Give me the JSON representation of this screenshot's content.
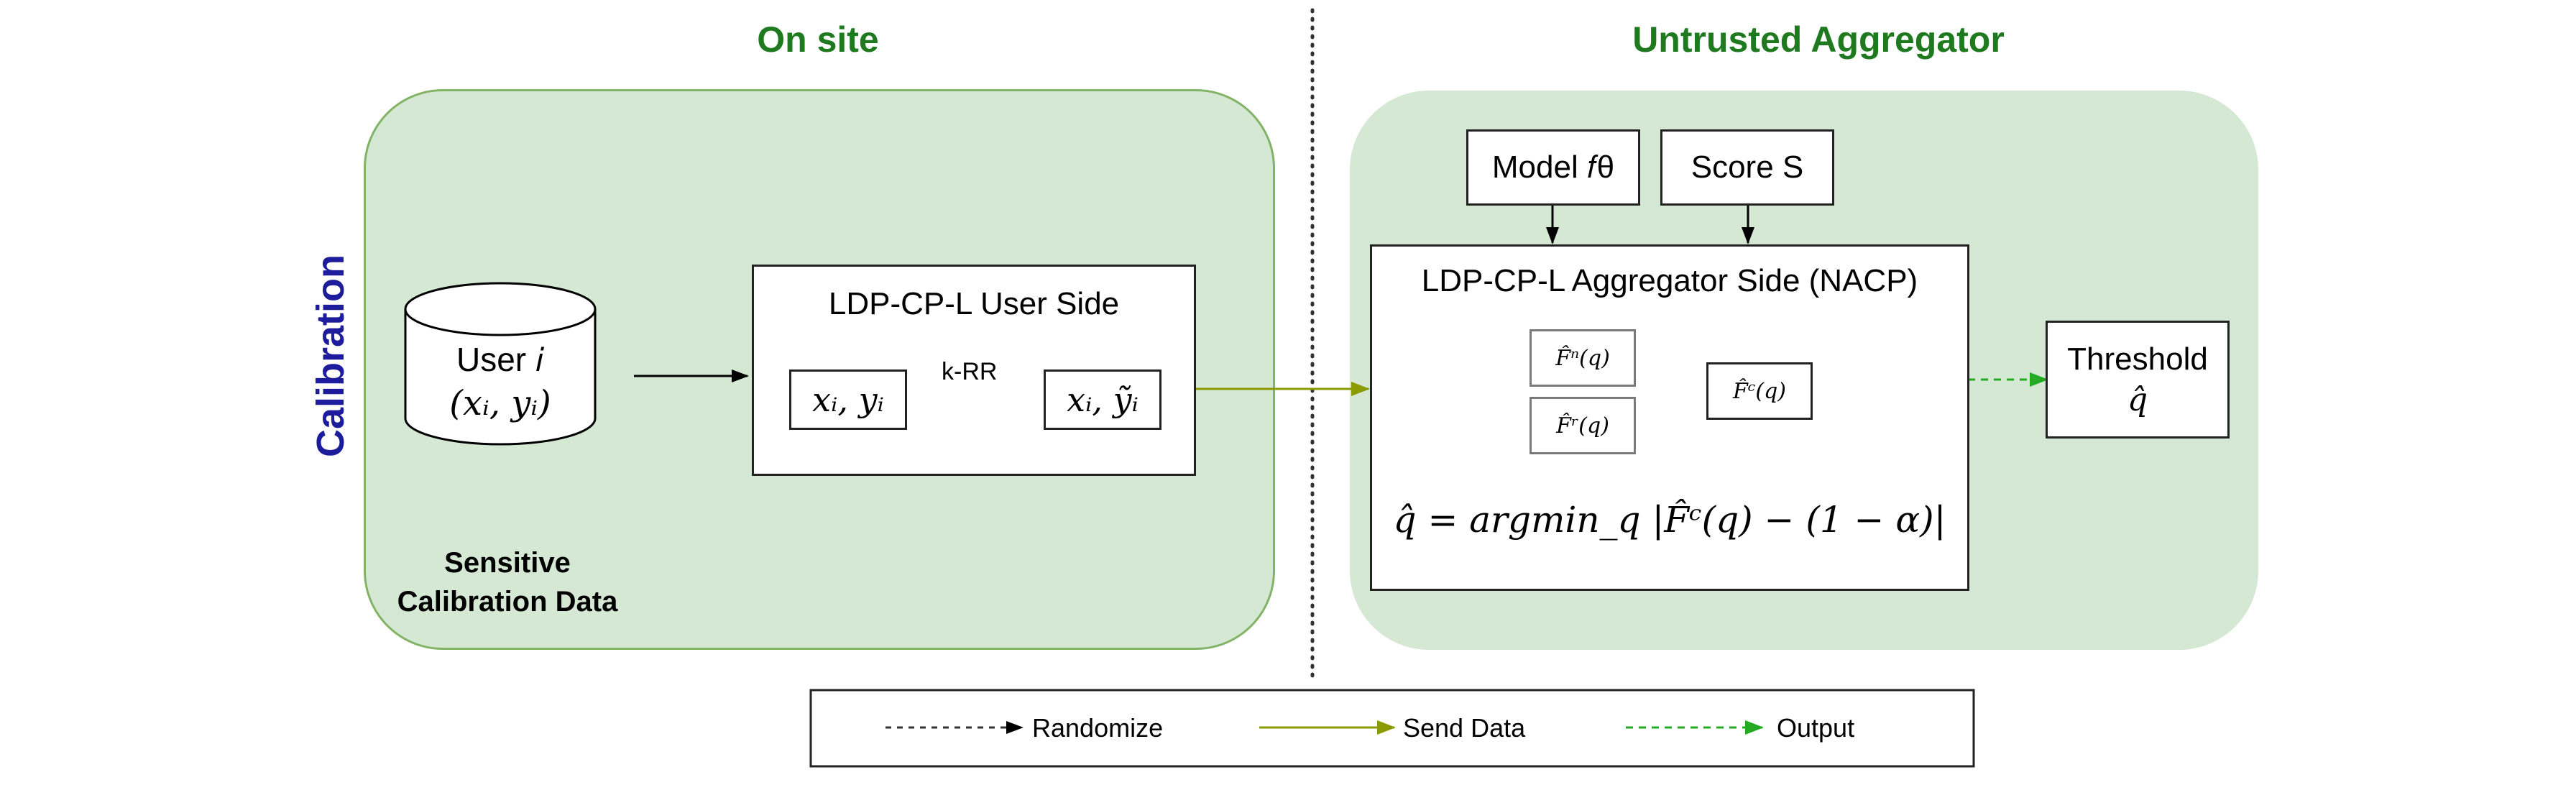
{
  "sections": {
    "left_title": "On site",
    "right_title": "Untrusted Aggregator",
    "vertical_label": "Calibration"
  },
  "user_db": {
    "line1": "User 𝑖",
    "line2": "(𝑥ᵢ, 𝑦ᵢ)"
  },
  "sensitive": {
    "line1": "Sensitive",
    "line2": "Calibration Data"
  },
  "user_side": {
    "title": "LDP-CP-L User Side",
    "input": "𝑥ᵢ, 𝑦ᵢ",
    "output": "𝑥ᵢ, 𝑦̃ᵢ",
    "arrow_label": "k-RR"
  },
  "model_box": {
    "label": "Model 𝑓θ"
  },
  "score_box": {
    "label": "Score S"
  },
  "aggregator": {
    "title": "LDP-CP-L Aggregator Side (NACP)",
    "fn": "F̂ⁿ(q)",
    "fr": "F̂ʳ(q)",
    "fc": "F̂ᶜ(q)",
    "formula": "q̂ = argmin_q |F̂ᶜ(q) − (1 − α)|"
  },
  "threshold": {
    "line1": "Threshold",
    "line2": "q̂"
  },
  "legend": {
    "randomize": "Randomize",
    "send": "Send Data",
    "output": "Output"
  },
  "colors": {
    "section_title": "#1f7a1f",
    "vertical_label": "#1c1c9c",
    "panel_fill": "#d5e8d4",
    "panel_border": "#82b366",
    "send_arrow": "#8a9a00",
    "output_arrow": "#22aa22"
  }
}
